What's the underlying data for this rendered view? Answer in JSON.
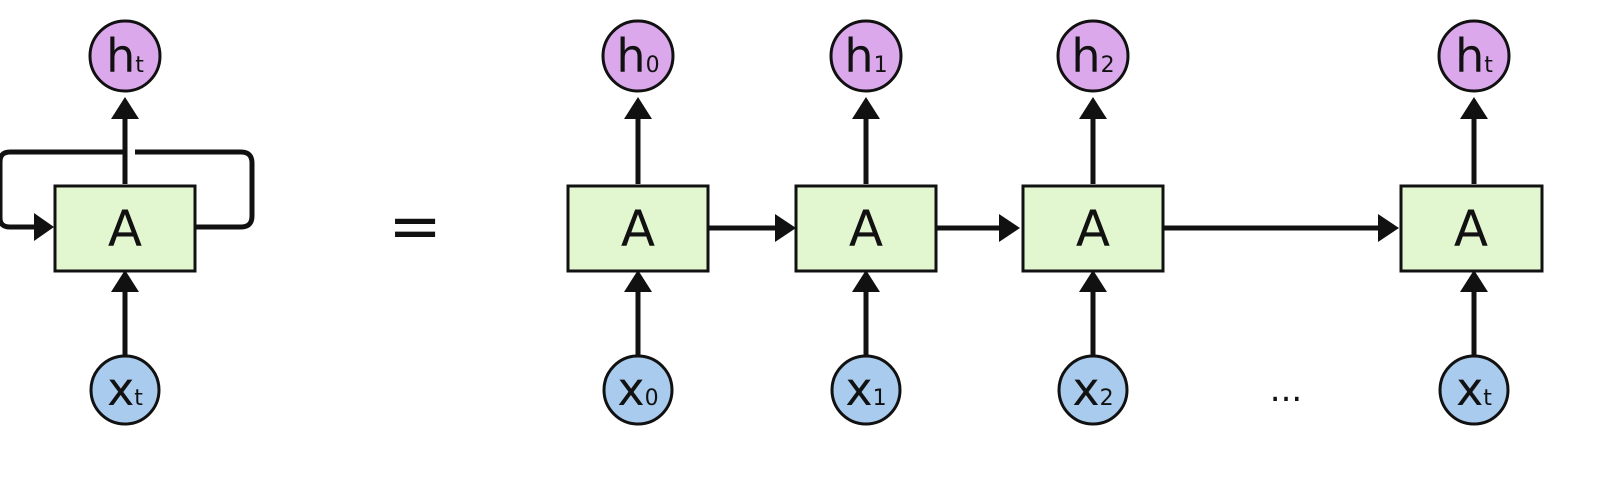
{
  "colors": {
    "cell_fill": "#e2f6d0",
    "hidden_fill": "#dba8ec",
    "input_fill": "#a8cbee",
    "stroke": "#111111"
  },
  "rolled": {
    "cell_label": "A",
    "output": {
      "main": "h",
      "sub": "t"
    },
    "input": {
      "main": "x",
      "sub": "t"
    }
  },
  "equals": "=",
  "ellipsis": "...",
  "unrolled": [
    {
      "cell_label": "A",
      "output": {
        "main": "h",
        "sub": "0"
      },
      "input": {
        "main": "x",
        "sub": "0"
      }
    },
    {
      "cell_label": "A",
      "output": {
        "main": "h",
        "sub": "1"
      },
      "input": {
        "main": "x",
        "sub": "1"
      }
    },
    {
      "cell_label": "A",
      "output": {
        "main": "h",
        "sub": "2"
      },
      "input": {
        "main": "x",
        "sub": "2"
      }
    },
    {
      "cell_label": "A",
      "output": {
        "main": "h",
        "sub": "t"
      },
      "input": {
        "main": "x",
        "sub": "t"
      }
    }
  ]
}
